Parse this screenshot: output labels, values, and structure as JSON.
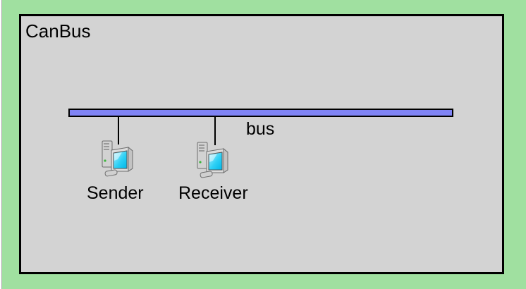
{
  "network": {
    "title": "CanBus",
    "bus": {
      "label": "bus"
    },
    "nodes": [
      {
        "label": "Sender",
        "icon": "computer-icon"
      },
      {
        "label": "Receiver",
        "icon": "computer-icon"
      }
    ]
  },
  "colors": {
    "window_background": "#a0e0a0",
    "canvas_background": "#d3d3d3",
    "canvas_border": "#000000",
    "bus_fill": "#8084f5",
    "bus_border": "#000000",
    "icon_screen_cyan": "#00c4ee",
    "text": "#000000"
  }
}
